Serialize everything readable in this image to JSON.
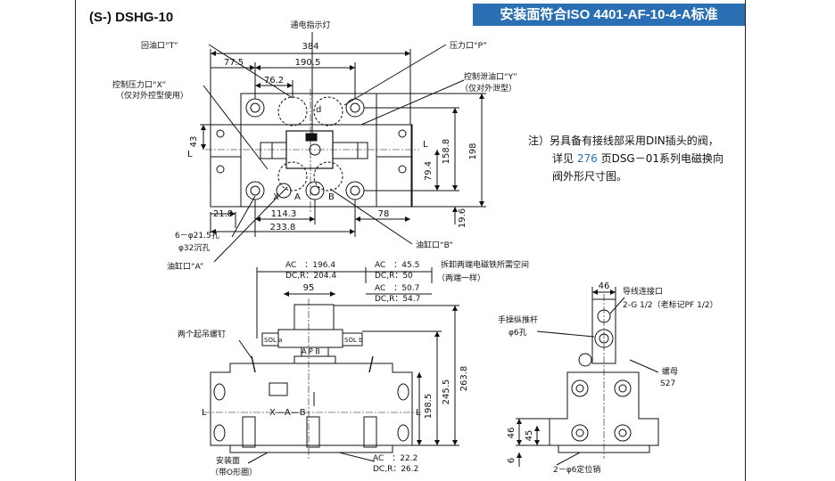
{
  "title": "(S-) DSHG-10",
  "banner": "安装面符合ISO 4401-AF-10-4-A标准",
  "note": {
    "prefix": "注）另具备有接线部采用DIN插头的阀，",
    "line2_a": "详见",
    "page_ref": "276",
    "line2_b": "页DSG－01系列电磁换向",
    "line3": "阀外形尺寸图。"
  },
  "top_view": {
    "dims": {
      "d384": "384",
      "d190_5": "190.5",
      "d77_5": "77.5",
      "d76_2": "76.2",
      "d43": "43",
      "d158_8": "158.8",
      "d198": "198",
      "d79_4": "79.4",
      "d19_6": "19.6",
      "d21_8": "21.8",
      "d114_3": "114.3",
      "d233_8": "233.8",
      "d78": "78"
    },
    "labels": {
      "indicator": "通电指示灯",
      "return_port": "回油口“T”",
      "pressure_port": "压力口“P”",
      "pilot_x": "控制压力口“X”",
      "pilot_x_note": "（仅对外控型使用）",
      "drain_y": "控制泄油口“Y”",
      "drain_y_note": "（仅对外泄型）",
      "holes": "6－φ21.5孔",
      "counterbore": "φ32沉孔",
      "port_a": "油缸口“A”",
      "port_b": "油缸口“B”",
      "L": "L",
      "L2": "L",
      "X": "X",
      "A": "A",
      "B": "B",
      "d": "d"
    }
  },
  "front_view": {
    "ac1": "AC　：196.4",
    "dc1": "DC,R：204.4",
    "ac2": "AC　：45.5",
    "dc2": "DC,R：50",
    "d95": "95",
    "ac3": "AC　：50.7",
    "dc3": "DC,R：54.7",
    "removal": "拆卸两端电磁铁所需空间",
    "removal_note": "（两端一样）",
    "lift_screws": "两个起吊螺钉",
    "d245_5": "245.5",
    "d263_8": "263.8",
    "d198_5": "198.5",
    "mount_face": "安装面",
    "oring": "（带O形圈）",
    "ac4": "AC　：22.2",
    "dc4": "DC,R：26.2",
    "sol_a": "SOL a",
    "sol_b": "SOL b",
    "apb": "A P B",
    "x_a_b": "X—A—B",
    "L": "L",
    "L2": "L"
  },
  "side_view": {
    "d46": "46",
    "conduit": "导线连接口",
    "conduit_spec": "2-G 1/2（老标记PF 1/2）",
    "manual": "手操纵推杆",
    "manual_hole": "φ6孔",
    "nut": "螺母",
    "nut_size": "S27",
    "h46": "46",
    "h45": "45",
    "h6": "6",
    "pins": "2－φ6定位销"
  }
}
